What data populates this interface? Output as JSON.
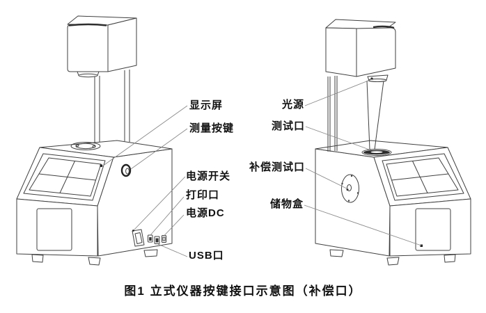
{
  "caption": "图1 立式仪器按键接口示意图（补偿口）",
  "left_view": {
    "labels": {
      "display_screen": "显示屏",
      "measure_button": "测量按键",
      "power_switch": "电源开关",
      "printer_port": "打印口",
      "power_dc": "电源DC",
      "usb_port": "USB口"
    }
  },
  "right_view": {
    "labels": {
      "light_source": "光源",
      "test_port": "测试口",
      "compensation_test_port": "补偿测试口",
      "storage_box": "储物盒"
    }
  },
  "colors": {
    "outline": "#3f3f3f",
    "dark_detail": "#2d2d2d",
    "leader_line": "#8a8a8a",
    "text": "#111111",
    "background": "#ffffff"
  }
}
